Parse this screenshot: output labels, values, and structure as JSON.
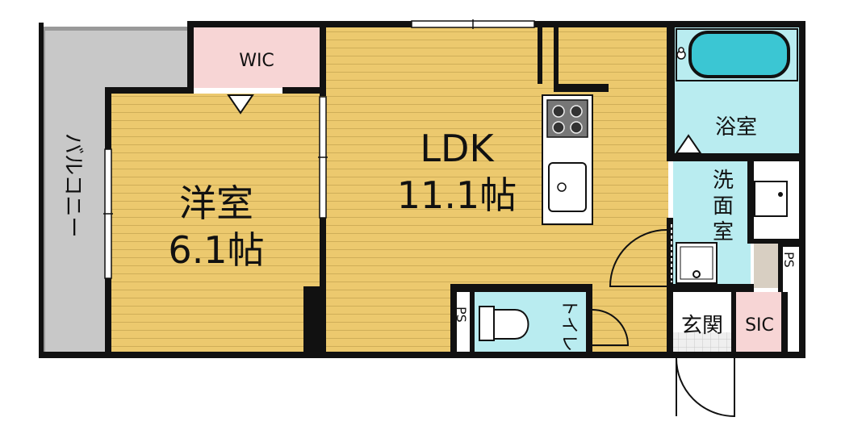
{
  "plan": {
    "rooms": {
      "balcony": "バルコニー",
      "wic": "WIC",
      "western_room": "洋室",
      "western_room_size": "6.1帖",
      "ldk": "LDK",
      "ldk_size": "11.1帖",
      "bathroom": "浴室",
      "washroom_1": "洗",
      "washroom_2": "面",
      "washroom_3": "室",
      "toilet": "トイレ",
      "entrance": "玄関",
      "sic": "SIC",
      "ps_right": "PS",
      "ps_left": "PS"
    },
    "colors": {
      "floor_wood": "#ecc96e",
      "wood_line": "#c9a64f",
      "water_area": "#b9ecf0",
      "closet_pink": "#f7d5d5",
      "balcony_gray": "#c8c8c8",
      "ps_beige": "#d8cfc2",
      "wall": "#111111",
      "tile": "#e6e6e6"
    }
  }
}
